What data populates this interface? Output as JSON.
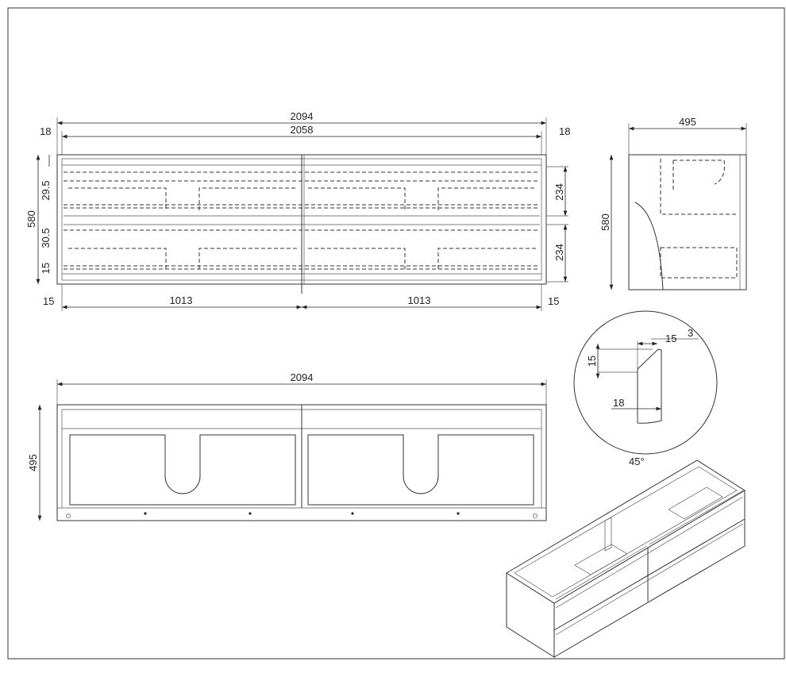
{
  "front_view": {
    "overall_width": "2094",
    "inner_width": "2058",
    "side_left": "18",
    "side_right": "18",
    "height": "580",
    "top_gap": "29.5",
    "mid_gap": "30.5",
    "bottom_gap": "15",
    "drawer_height_top": "234",
    "drawer_height_bottom": "234",
    "bottom_left": "15",
    "bottom_right": "15",
    "drawer_width_left": "1013",
    "drawer_width_right": "1013"
  },
  "side_view": {
    "depth": "495",
    "height": "580"
  },
  "top_view": {
    "width": "2094",
    "depth": "495"
  },
  "detail": {
    "top_a": "15",
    "top_b": "3",
    "height": "15",
    "thickness": "18",
    "angle": "45°"
  }
}
